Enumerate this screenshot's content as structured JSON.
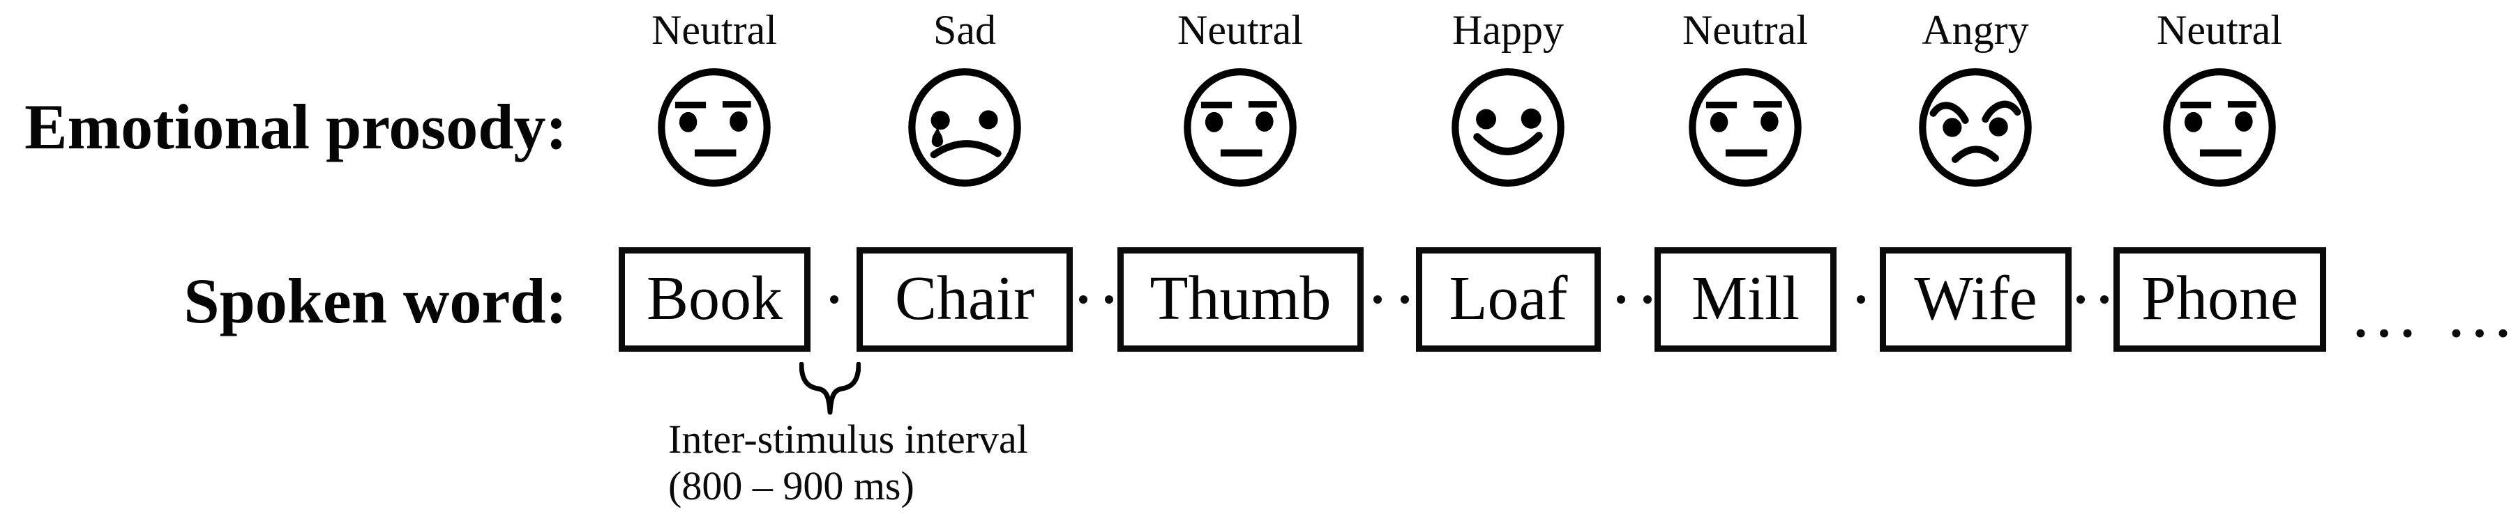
{
  "labels": {
    "prosody": "Emotional prosody:",
    "spoken": "Spoken word:"
  },
  "sequence": [
    {
      "emotion": "Neutral",
      "word": "Book"
    },
    {
      "emotion": "Sad",
      "word": "Chair"
    },
    {
      "emotion": "Neutral",
      "word": "Thumb"
    },
    {
      "emotion": "Happy",
      "word": "Loaf"
    },
    {
      "emotion": "Neutral",
      "word": "Mill"
    },
    {
      "emotion": "Angry",
      "word": "Wife"
    },
    {
      "emotion": "Neutral",
      "word": "Phone"
    }
  ],
  "separator_dots_between_boxes": [
    1,
    2,
    2,
    2,
    1,
    2
  ],
  "continuation": "… …",
  "annotation": {
    "line1": "Inter-stimulus interval",
    "line2": "(800 – 900 ms)"
  },
  "colors": {
    "ink": "#000000",
    "background": "#ffffff"
  }
}
